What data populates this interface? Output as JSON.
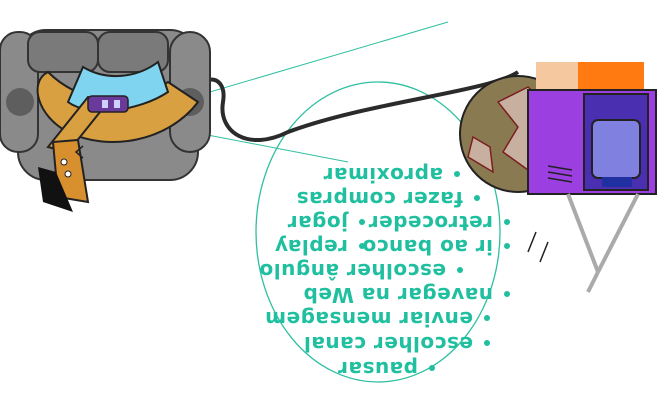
{
  "illustration": {
    "colors": {
      "text": "#1fbf9f",
      "bubble_stroke": "#2fbfa0",
      "cable": "#2b2b2b",
      "sofa": "#8a8a8a",
      "sofa_dark": "#5e5e5e",
      "shirt": "#7fd4f0",
      "pants": "#d8a040",
      "skin": "#d8902e",
      "hair": "#111111",
      "globe": "#8a7a52",
      "globe_land": "#c8b0a0",
      "tv_purple": "#9b3fe0",
      "tv_blue": "#4a2fb0",
      "tv_screen": "#8080e0",
      "peach": "#f5c8a0",
      "orange": "#ff7a10"
    },
    "icons": [
      "sofa-icon",
      "person-icon",
      "remote-icon",
      "globe-icon",
      "television-icon",
      "cable-icon"
    ],
    "menu_items": [
      "pausar",
      "escolher canal",
      "enviar mensagem",
      "navegar na Web",
      "escolher ângulo",
      "replay",
      "ir ao banco",
      "jogar",
      "retroceder",
      "fazer compras",
      "aproximar"
    ]
  }
}
